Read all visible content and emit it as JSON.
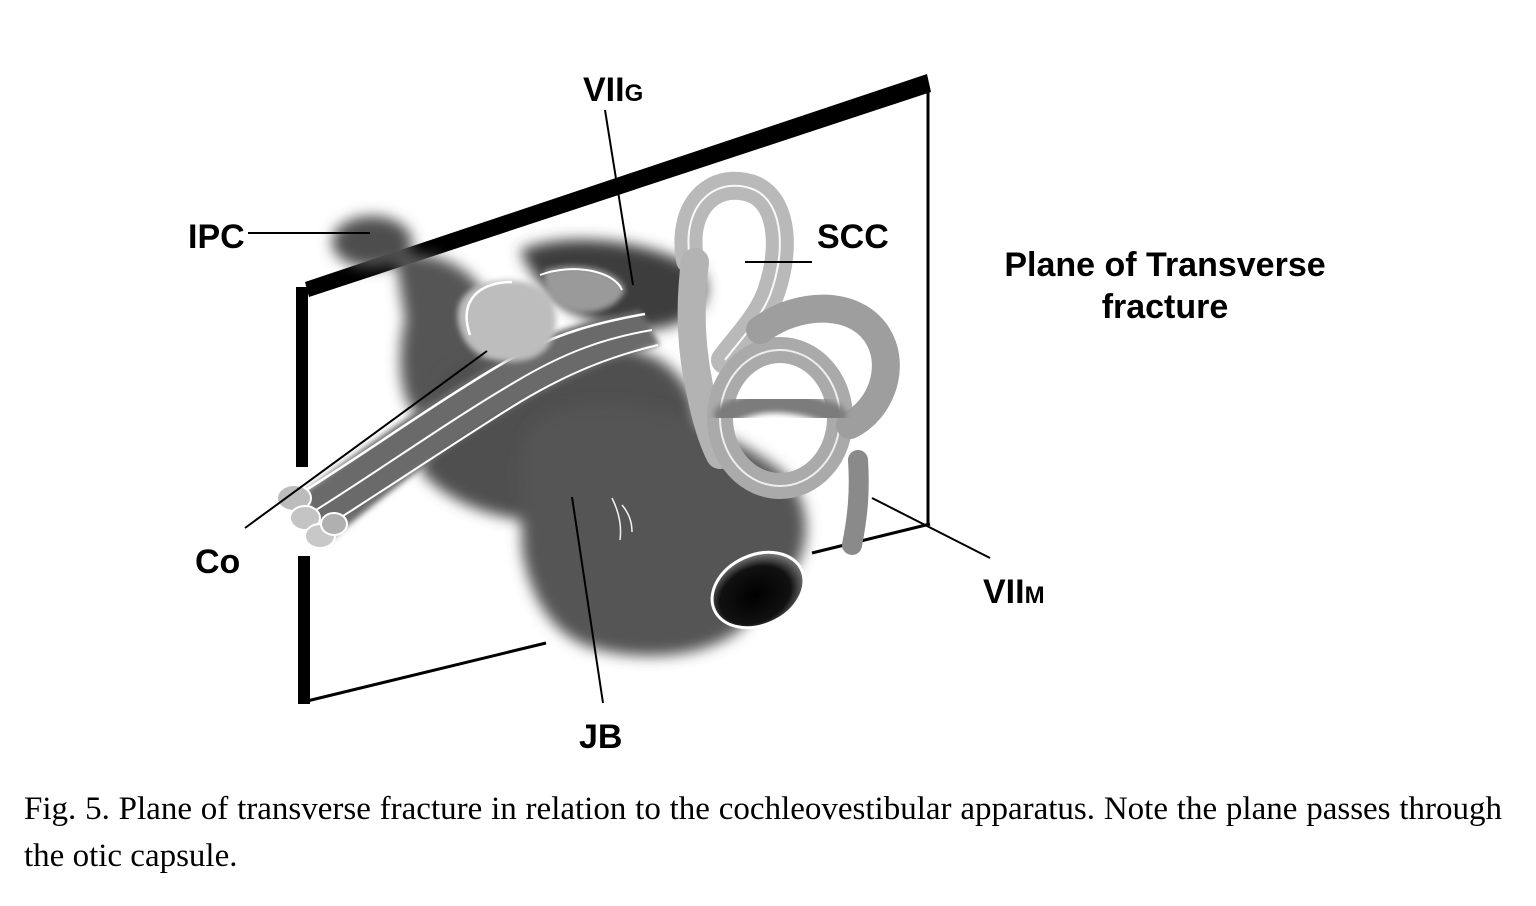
{
  "diagram": {
    "labels": {
      "vii_g": {
        "main": "VII",
        "sub": "G"
      },
      "ipc": "IPC",
      "scc": "SCC",
      "plane_line1": "Plane of Transverse",
      "plane_line2": "fracture",
      "co": "Co",
      "vii_m": {
        "main": "VII",
        "sub": "M"
      },
      "jb": "JB"
    }
  },
  "caption": "Fig. 5. Plane of transverse fracture in relation to the cochleovestibular apparatus. Note the plane passes through the otic capsule."
}
